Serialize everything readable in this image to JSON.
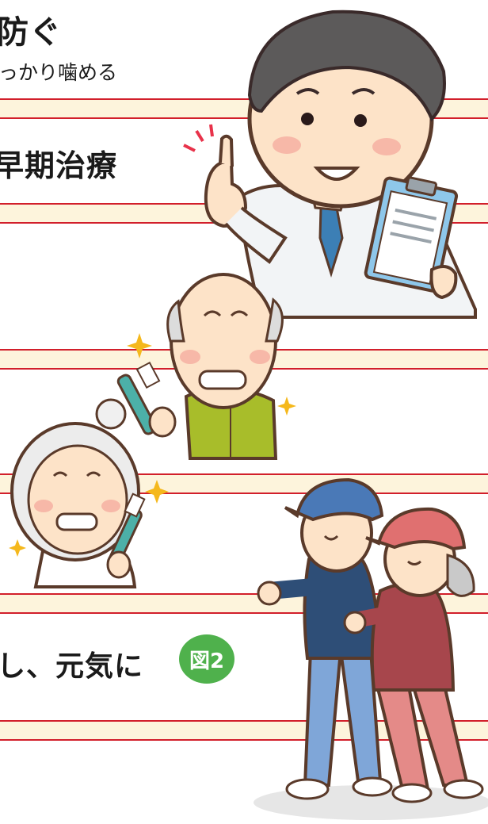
{
  "headings": {
    "line1": "防ぐ",
    "line1_sub": "っかり噛める",
    "line2": "早期治療",
    "line3": "し、元気に"
  },
  "badge": {
    "label": "図2"
  },
  "colors": {
    "rule_red": "#d21f2b",
    "band_cream": "#fdf4dc",
    "badge_green": "#4fb14c",
    "outline_brown": "#5a3a2a"
  },
  "icons": [
    "doctor-illustration",
    "elderly-man-toothbrush-illustration",
    "elderly-woman-toothbrush-illustration",
    "elderly-couple-walking-illustration",
    "sparkle-icon"
  ]
}
